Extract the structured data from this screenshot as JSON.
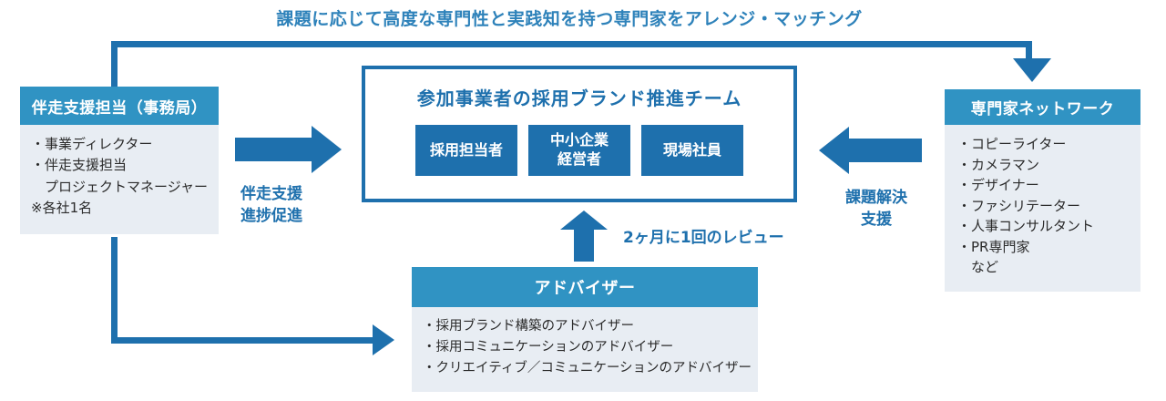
{
  "caption_top": "課題に応じて高度な専門性と実践知を持つ専門家をアレンジ・マッチング",
  "colors": {
    "dark_blue": "#1e70ad",
    "header_blue": "#3093c3",
    "light_panel_bg": "#e8edf3",
    "caption_blue": "#2e82ba",
    "body_text": "#2b2b2b"
  },
  "left_box": {
    "title": "伴走支援担当（事務局）",
    "items": [
      "・事業ディレクター",
      "・伴走支援担当",
      "　プロジェクトマネージャー",
      "※各社1名"
    ]
  },
  "center_box": {
    "title": "参加事業者の採用ブランド推進チーム",
    "members": [
      "採用担当者",
      "中小企業\n経営者",
      "現場社員"
    ]
  },
  "right_box": {
    "title": "専門家ネットワーク",
    "items": [
      "・コピーライター",
      "・カメラマン",
      "・デザイナー",
      "・ファシリテーター",
      "・人事コンサルタント",
      "・PR専門家",
      "　など"
    ]
  },
  "advisor_box": {
    "title": "アドバイザー",
    "items": [
      "・採用ブランド構築のアドバイザー",
      "・採用コミュニケーションのアドバイザー",
      "・クリエイティブ／コミュニケーションのアドバイザー"
    ]
  },
  "arrow_labels": {
    "left": "伴走支援\n進捗促進",
    "right": "課題解決\n支援",
    "review": "2ヶ月に1回のレビュー"
  }
}
